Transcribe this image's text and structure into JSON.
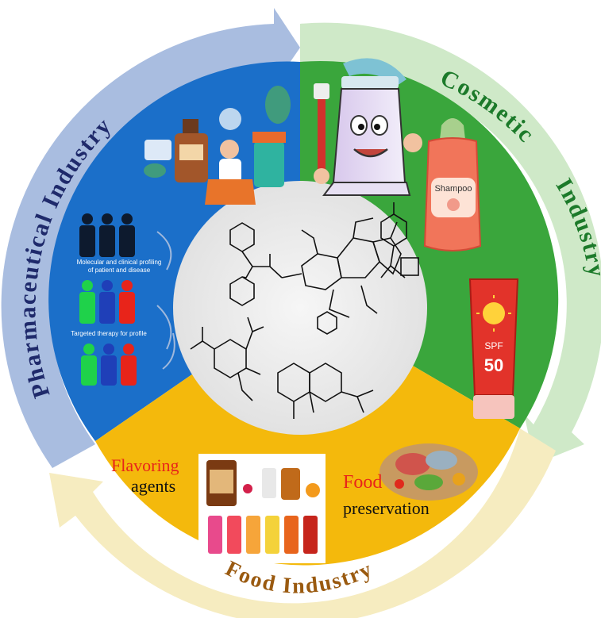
{
  "arc_labels": {
    "pharmaceutical": "Pharmaceutical Industry",
    "cosmetic_word1": "Cosmetic",
    "cosmetic_word2": "Industry",
    "food": "Food Industry"
  },
  "pharma": {
    "profiling_line1": "Molecular and clinical profiling",
    "profiling_line2": "of patient and disease",
    "targeted": "Targeted therapy for profile"
  },
  "cosmetic": {
    "shampoo_label": "Shampoo",
    "spf_label": "SPF",
    "spf_value": "50"
  },
  "food": {
    "flavoring": "Flavoring",
    "agents": "agents",
    "food_word": "Food",
    "preservation": "preservation"
  },
  "colors": {
    "pharma_blue": "#1b6fc9",
    "pharma_band": "#a9bde0",
    "cosmetic_green": "#3aa63c",
    "cosmetic_band": "#cfe9c8",
    "food_yellow": "#f4b90c",
    "food_band": "#f6ecc0",
    "label_red": "#e8241a",
    "arc_text_blue": "#1f2a6b",
    "arc_text_green": "#1c7a2a",
    "arc_text_brown": "#9a5a10"
  },
  "icons": {
    "patients": "person-silhouette-icon",
    "toothpaste": "toothpaste-mascot-icon",
    "shampoo": "shampoo-bottle-icon",
    "sunscreen": "sunscreen-tube-icon",
    "flavor": "flavor-bottles-icon",
    "food": "food-plate-icon",
    "molecules": "chemical-structure-icon"
  }
}
